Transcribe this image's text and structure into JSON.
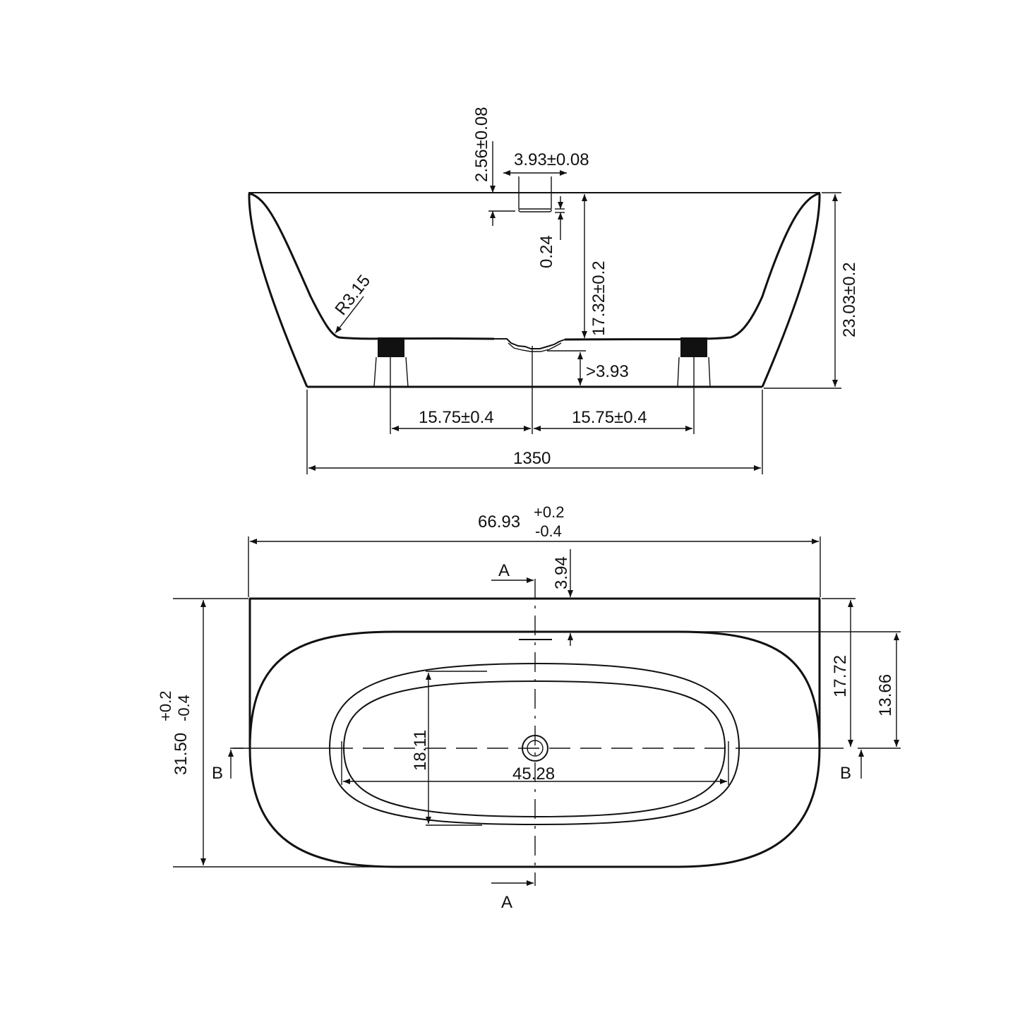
{
  "drawing": {
    "title": "Bathtub technical drawing",
    "background": "#ffffff",
    "line_color": "#111111"
  },
  "side_view": {
    "dimensions": {
      "overflow_depth": "2.56±0.08",
      "overflow_width": "3.93±0.08",
      "overflow_slot": "0.24",
      "inner_depth": "17.32±0.2",
      "total_height": "23.03±0.2",
      "corner_radius": "R3.15",
      "drain_clearance": ">3.93",
      "foot_left_spacing": "15.75±0.4",
      "foot_right_spacing": "15.75±0.4",
      "base_length": "1350"
    }
  },
  "top_view": {
    "dimensions": {
      "overall_length": "66.93",
      "overall_length_tol_plus": "+0.2",
      "overall_length_tol_minus": "-0.4",
      "overall_width": "31.50",
      "overall_width_tol_plus": "+0.2",
      "overall_width_tol_minus": "-0.4",
      "overflow_offset": "3.94",
      "half_width": "17.72",
      "rim_to_center": "13.66",
      "inner_width": "18.11",
      "inner_length": "45.28"
    },
    "section_labels": {
      "section_a_top": "A",
      "section_a_bottom": "A",
      "section_b_left": "B",
      "section_b_right": "B"
    }
  }
}
